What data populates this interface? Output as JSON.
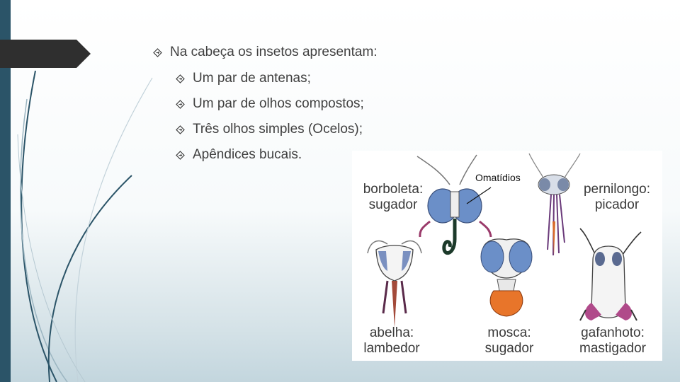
{
  "slide": {
    "accent_color": "#2b5468",
    "tab_color": "#2f2f2f",
    "text_color": "#404040"
  },
  "bullets": [
    {
      "level": 1,
      "text": "Na cabeça os insetos apresentam:"
    },
    {
      "level": 2,
      "text": "Um par de antenas;"
    },
    {
      "level": 2,
      "text": "Um par de olhos compostos;"
    },
    {
      "level": 2,
      "text": "Três olhos simples (Ocelos);"
    },
    {
      "level": 2,
      "text": "Apêndices bucais."
    }
  ],
  "bullet_icon": "diamond-arrow-icon",
  "figure": {
    "callout": "Omatídios",
    "insects": {
      "borboleta": {
        "name": "borboleta:",
        "type": "sugador"
      },
      "pernilongo": {
        "name": "pernilongo:",
        "type": "picador"
      },
      "abelha": {
        "name": "abelha:",
        "type": "lambedor"
      },
      "mosca": {
        "name": "mosca:",
        "type": "sugador"
      },
      "gafanhoto": {
        "name": "gafanhoto:",
        "type": "mastigador"
      }
    }
  }
}
